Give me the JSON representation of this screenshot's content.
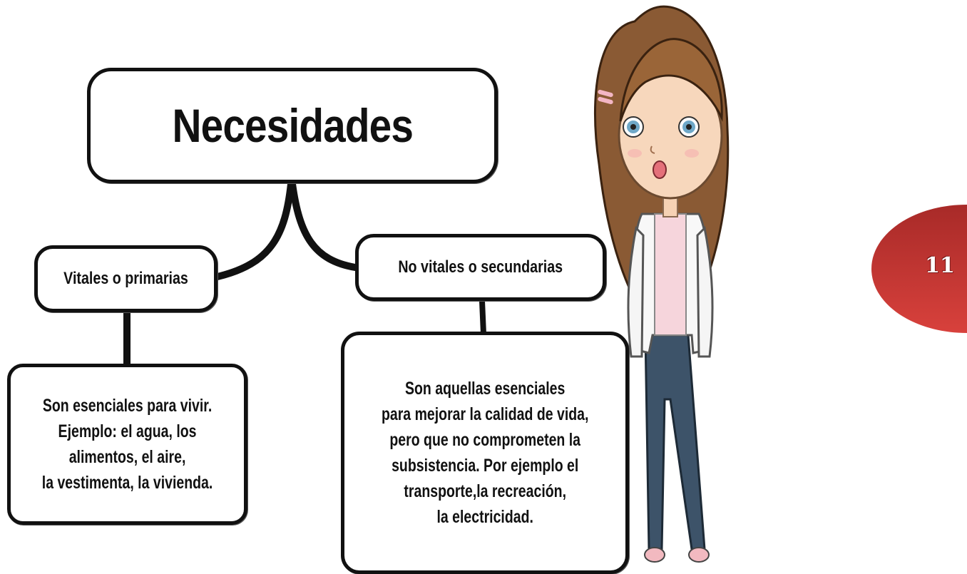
{
  "diagram": {
    "title": "Necesidades",
    "branches": [
      {
        "label": "Vitales o primarias",
        "description": "Son esenciales para vivir.\nEjemplo: el agua, los\nalimentos, el aire,\nla vestimenta, la vivienda."
      },
      {
        "label": "No vitales o secundarias",
        "description": "Son aquellas esenciales\npara mejorar la calidad de vida,\npero que no comprometen la\nsubsistencia. Por ejemplo el\ntransporte,la recreación,\nla electricidad."
      }
    ]
  },
  "illustration": {
    "icon": "cartoon-girl-illustration"
  },
  "page_badge": {
    "number": "11",
    "color": "#c8302f"
  },
  "colors": {
    "line": "#111111",
    "box_fill": "#ffffff"
  }
}
